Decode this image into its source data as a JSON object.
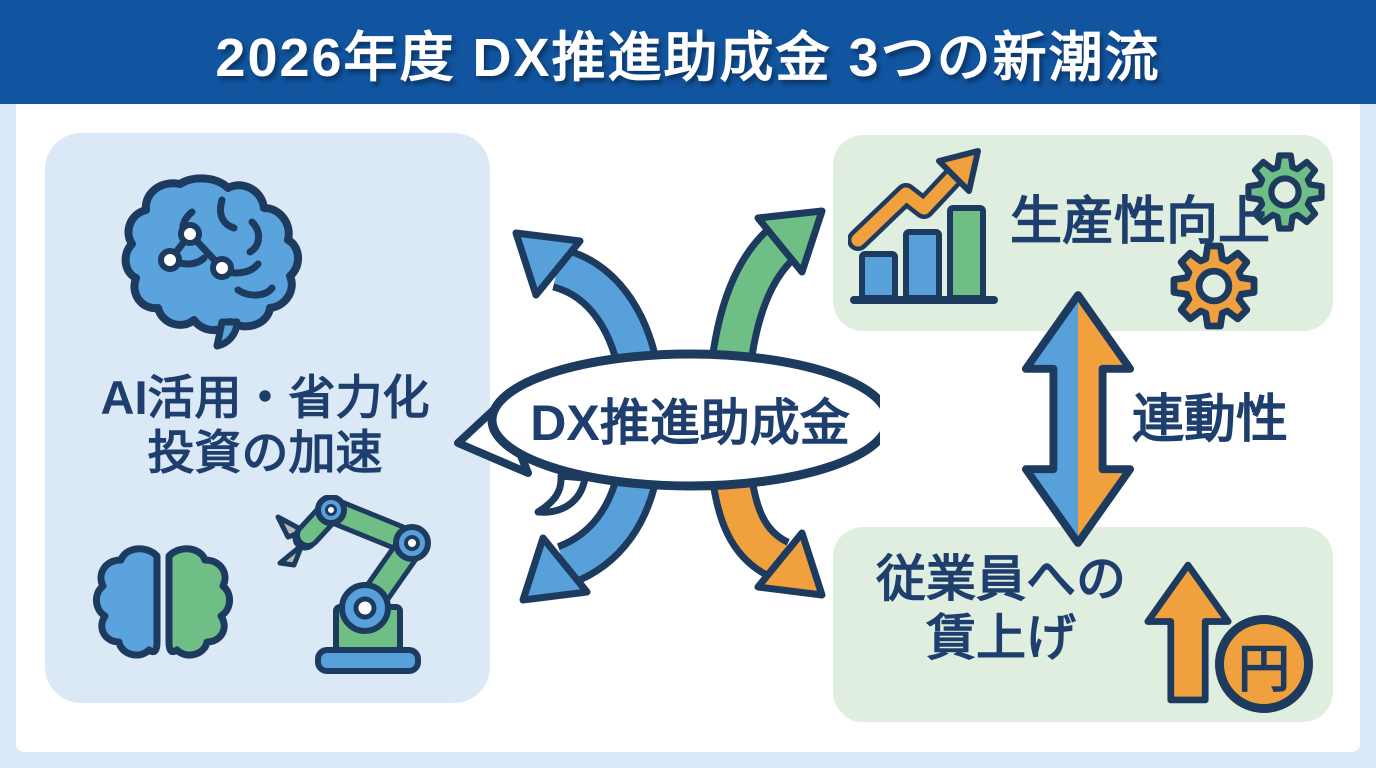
{
  "title": "2026年度 DX推進助成金 3つの新潮流",
  "center": {
    "bubble_label": "DX推進助成金"
  },
  "cards": {
    "left": {
      "line1": "AI活用・省力化",
      "line2": "投資の加速"
    },
    "top_right": {
      "label": "生産性向上"
    },
    "bottom_right": {
      "line1": "従業員への",
      "line2": "賃上げ"
    }
  },
  "link": {
    "label": "連動性"
  },
  "coin": {
    "label": "円"
  },
  "colors": {
    "header_blue": "#11549f",
    "outline_navy": "#1d3a5f",
    "text_navy": "#1e3f6e",
    "blue": "#58a0da",
    "green": "#6fbe85",
    "orange": "#f0a13e",
    "card_blue": "#dbe9f7",
    "card_green": "#e0eedf",
    "page_border": "#d9e8f8",
    "bubble_fill": "#ffffff"
  },
  "icons": {
    "left_card_top": "brain-icon",
    "left_card_bottom_left": "split-brain-icon",
    "left_card_bottom_right": "robot-arm-icon",
    "top_right_card_left": "growth-chart-icon",
    "top_right_card_gears": "gear-icon",
    "bottom_right_card": "up-arrow-icon",
    "bottom_right_coin": "yen-coin-icon",
    "center": "speech-bubble",
    "between_right_cards": "double-arrow-icon"
  }
}
